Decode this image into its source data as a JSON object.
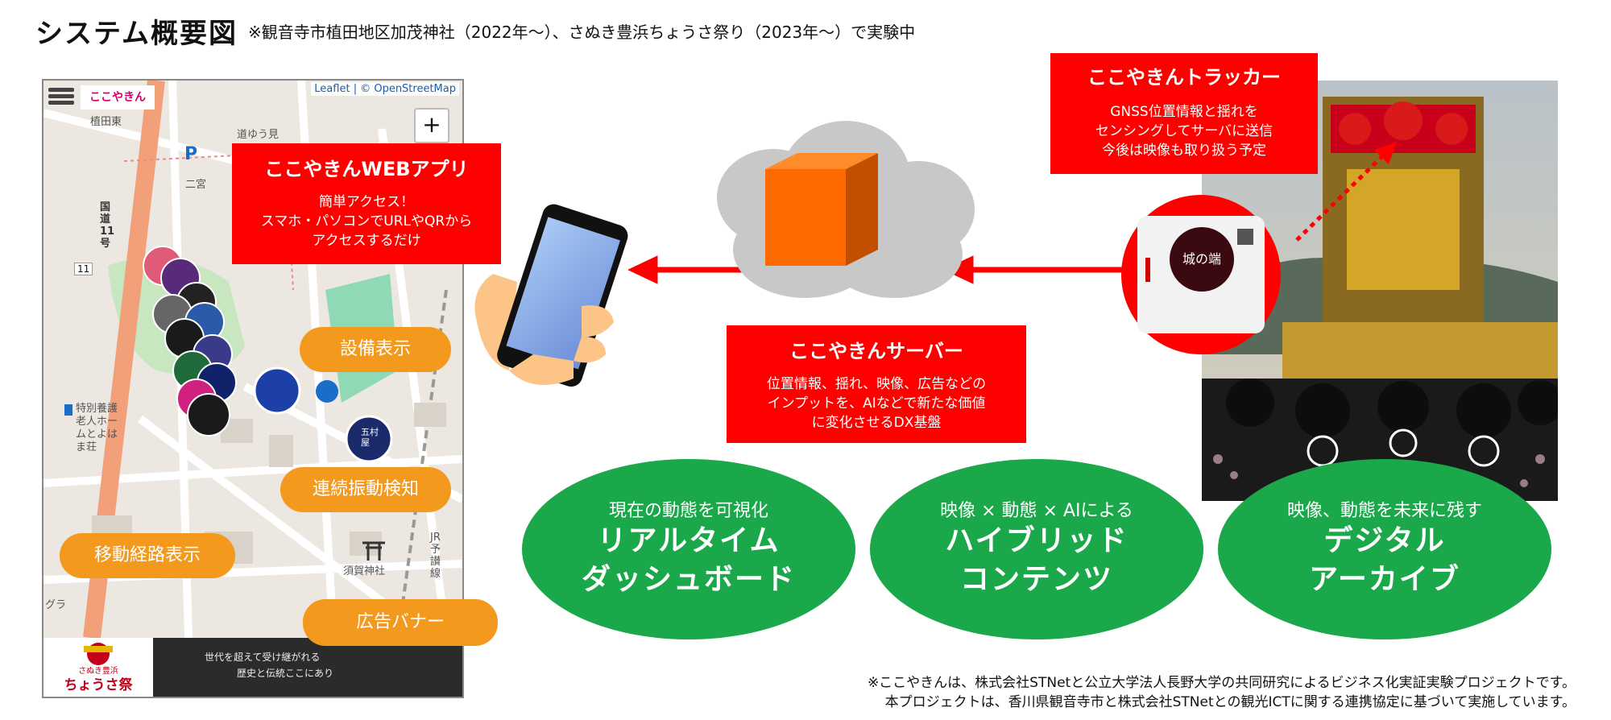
{
  "header": {
    "title": "システム概要図",
    "subtitle": "※観音寺市植田地区加茂神社（2022年〜）、さぬき豊浜ちょうさ祭り（2023年〜）で実験中"
  },
  "map_app": {
    "app_name": "ここやきん",
    "attribution": "Leaflet | © OpenStreetMap",
    "zoom_label": "+",
    "route_number": "11",
    "road_label": "国道11号",
    "rail_label": "JR予讃線",
    "pois": [
      "植田東",
      "二宮",
      "道ゆう見",
      "五村屋",
      "特別養護老人ホームとよはま荘",
      "須賀神社",
      "グラ"
    ],
    "banner_logo_top": "さぬき豊浜",
    "banner_logo": "ちょうさ祭",
    "banner_tagline_1": "世代を超えて受け継がれる",
    "banner_tagline_2": "歴史と伝統ここにあり"
  },
  "pills": {
    "equipment": "設備表示",
    "vibration": "連続振動検知",
    "route": "移動経路表示",
    "ad": "広告バナー"
  },
  "web_app_box": {
    "title": "ここやきんWEBアプリ",
    "line1": "簡単アクセス！",
    "line2": "スマホ・パソコンでURLやQRから",
    "line3": "アクセスするだけ"
  },
  "server_box": {
    "title": "ここやきんサーバー",
    "line1": "位置情報、揺れ、映像、広告などの",
    "line2": "インプットを、AIなどで新たな価値",
    "line3": "に変化させるDX基盤"
  },
  "tracker_box": {
    "title": "ここやきんトラッカー",
    "line1": "GNSS位置情報と揺れを",
    "line2": "センシングしてサーバに送信",
    "line3": "今後は映像も取り扱う予定"
  },
  "tracker_device": {
    "label": "城の端"
  },
  "ellipses": [
    {
      "small": "現在の動態を可視化",
      "big1": "リアルタイム",
      "big2": "ダッシュボード"
    },
    {
      "small": "映像 × 動態 × AIによる",
      "big1": "ハイブリッド",
      "big2": "コンテンツ"
    },
    {
      "small": "映像、動態を未来に残す",
      "big1": "デジタル",
      "big2": "アーカイブ"
    }
  ],
  "footnote": {
    "line1": "※ここやきんは、株式会社STNetと公立大学法人長野大学の共同研究によるビジネス化実証実験プロジェクトです。",
    "line2": "本プロジェクトは、香川県観音寺市と株式会社STNetとの観光ICTに関する連携協定に基づいて実施しています。"
  },
  "colors": {
    "red": "#ff0000",
    "orange": "#f39a1e",
    "green": "#1aa84a",
    "server_orange": "#ff6a00",
    "cloud": "#c8c8c8"
  }
}
